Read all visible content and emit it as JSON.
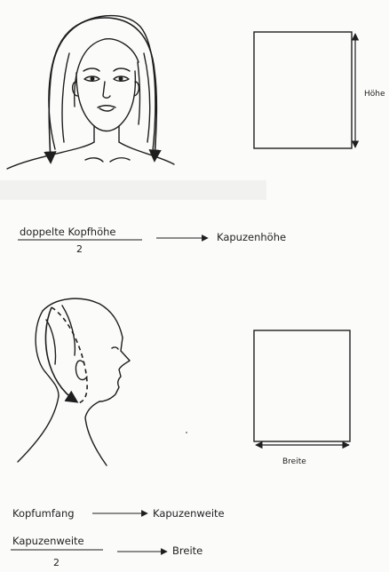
{
  "colors": {
    "ink": "#1e1e1e",
    "paper": "#fbfbfa"
  },
  "section_front": {
    "box_label": "Höhe",
    "formula_numerator": "doppelte Kopfhöhe",
    "formula_denominator": "2",
    "formula_result": "Kapuzenhöhe"
  },
  "section_side": {
    "box_label": "Breite",
    "relation_1_source": "Kopfumfang",
    "relation_1_result": "Kapuzenweite",
    "formula_numerator": "Kapuzenweite",
    "formula_denominator": "2",
    "formula_result": "Breite"
  },
  "icons": [
    "front-head-sketch",
    "side-head-sketch",
    "arrow-icon"
  ]
}
